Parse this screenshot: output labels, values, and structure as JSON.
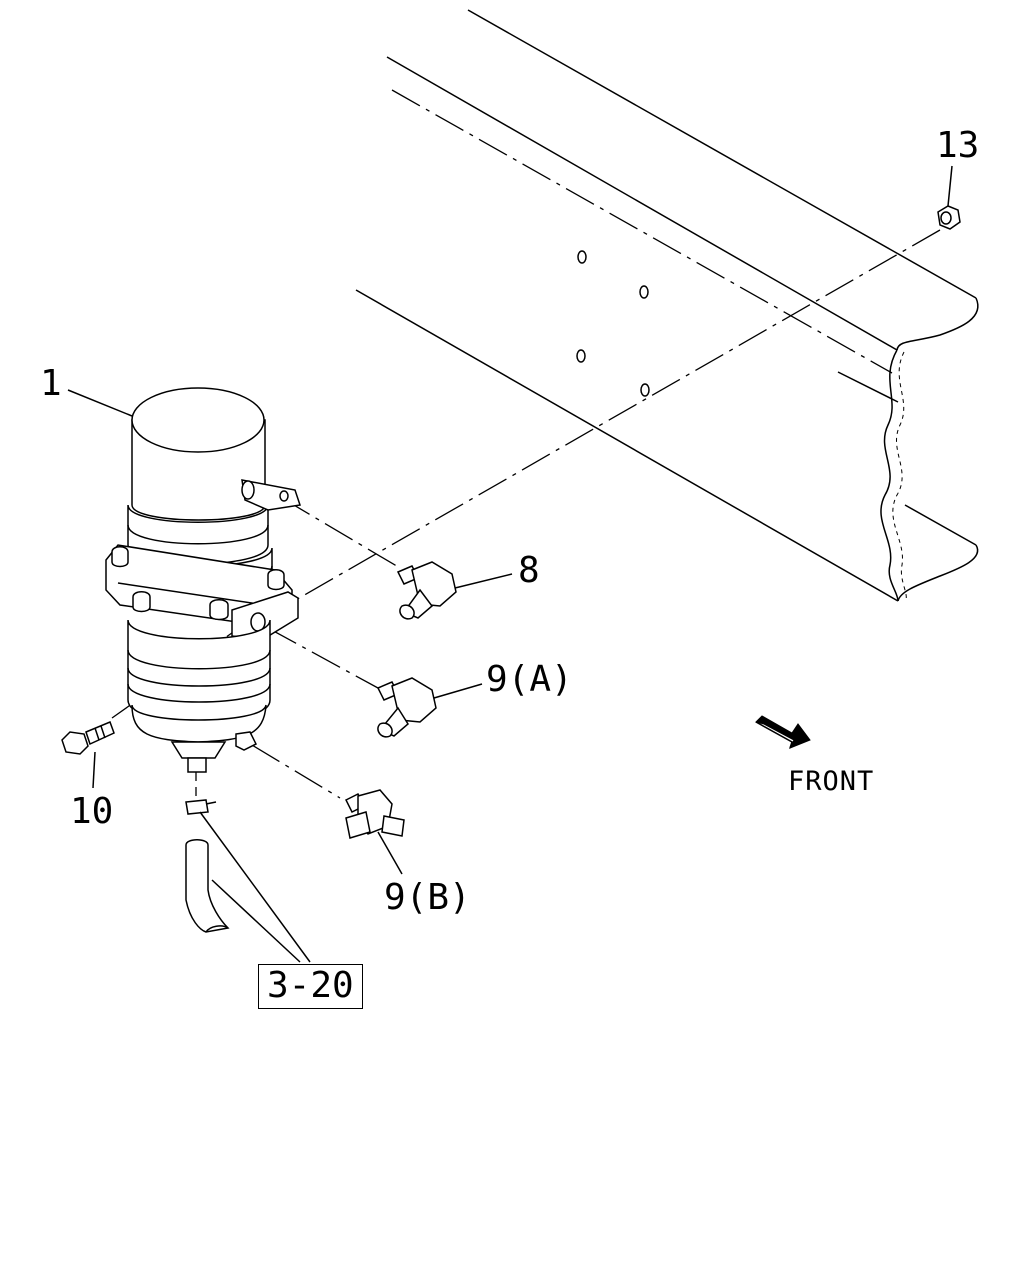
{
  "callouts": {
    "part_1": "1",
    "part_8": "8",
    "part_9a": "9(A)",
    "part_9b": "9(B)",
    "part_10": "10",
    "part_13": "13",
    "ref_3_20": "3-20"
  },
  "direction_label": "FRONT",
  "icons": {
    "front_arrow": "front-arrow-icon"
  }
}
